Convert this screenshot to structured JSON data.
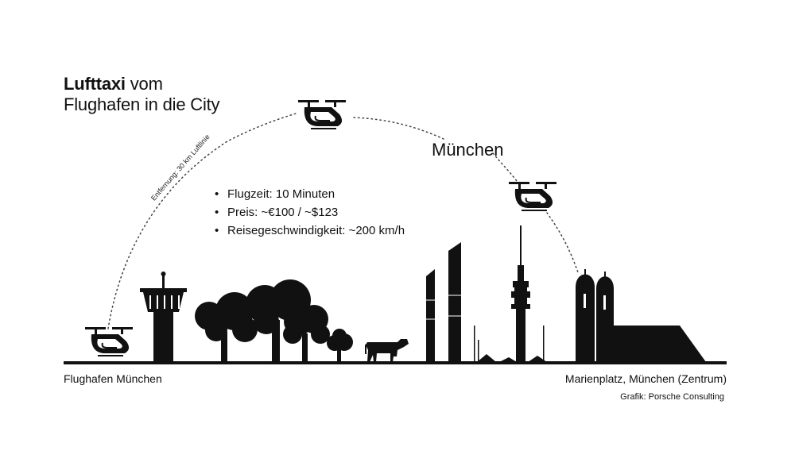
{
  "title": {
    "bold": "Lufttaxi",
    "rest": " vom",
    "line2": "Flughafen in die City"
  },
  "city_label": "München",
  "facts": [
    "Flugzeit: 10 Minuten",
    "Preis: ~€100 / ~$123",
    "Reisegeschwindigkeit: ~200 km/h"
  ],
  "distance_label": "Entfernung: 30 km Luftlinie",
  "origin_label": "Flughafen München",
  "destination_label": "Marienplatz, München (Zentrum)",
  "credit": "Grafik: Porsche Consulting",
  "colors": {
    "ink": "#111111",
    "background": "#ffffff"
  },
  "icons": [
    "air-taxi-icon",
    "control-tower-icon",
    "tree-icon",
    "cow-icon",
    "highrise-icon",
    "tv-tower-icon",
    "frauenkirche-icon"
  ]
}
